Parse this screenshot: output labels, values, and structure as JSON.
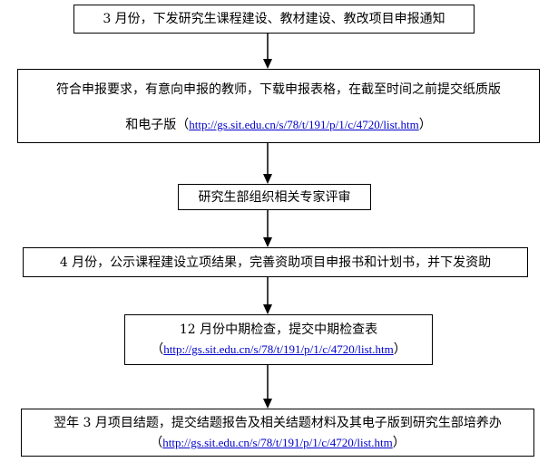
{
  "flowchart": {
    "step1": {
      "text": "3 月份，下发研究生课程建设、教材建设、教改项目申报通知"
    },
    "step2": {
      "text_line1": "符合申报要求，有意向申报的教师，下载申报表格，在截至时间之前提交纸质版",
      "text_line2_prefix": "和电子版（",
      "url": "http://gs.sit.edu.cn/s/78/t/191/p/1/c/4720/list.htm",
      "text_line2_suffix": "）"
    },
    "step3": {
      "text": "研究生部组织相关专家评审"
    },
    "step4": {
      "text": "4 月份，公示课程建设立项结果，完善资助项目申报书和计划书，并下发资助"
    },
    "step5": {
      "text_line1": "12 月份中期检查，提交中期检查表",
      "url_prefix": "（",
      "url": "http://gs.sit.edu.cn/s/78/t/191/p/1/c/4720/list.htm",
      "url_suffix": "）"
    },
    "step6": {
      "text_line1": "翌年 3 月项目结题，提交结题报告及相关结题材料及其电子版到研究生部培养办",
      "url_prefix": "（",
      "url": "http://gs.sit.edu.cn/s/78/t/191/p/1/c/4720/list.htm",
      "url_suffix": "）"
    }
  }
}
